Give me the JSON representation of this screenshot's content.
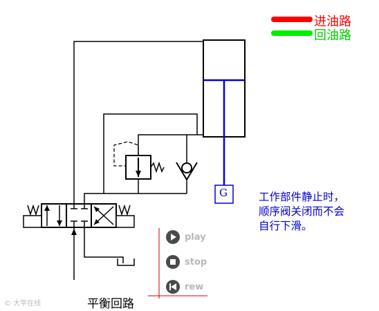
{
  "legend": {
    "supply": {
      "label": "进油路",
      "color": "#ff0000"
    },
    "return": {
      "label": "回油路",
      "color": "#00ee00"
    }
  },
  "gauge_label": "G",
  "note": {
    "line1": "工作部件静止时，",
    "line2": "顺序阀关闭而不会",
    "line3": "自行下滑。"
  },
  "caption": "平衡回路",
  "controls": {
    "play": "play",
    "stop": "stop",
    "rew": "rew"
  },
  "watermark": "© 大学在线",
  "colors": {
    "line": "#000000",
    "cylinder_internal": "#0000cc",
    "control_cursor": "#cc0000",
    "control_icon": "#4a4a4a"
  }
}
